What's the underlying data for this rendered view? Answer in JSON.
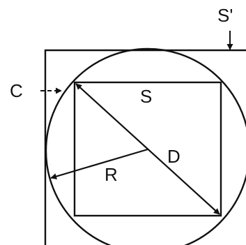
{
  "labels": {
    "outer_square": "S'",
    "circle": "C",
    "inner_square": "S",
    "diameter": "D",
    "radius": "R"
  },
  "colors": {
    "ink": "#111111",
    "background": "#ffffff"
  }
}
